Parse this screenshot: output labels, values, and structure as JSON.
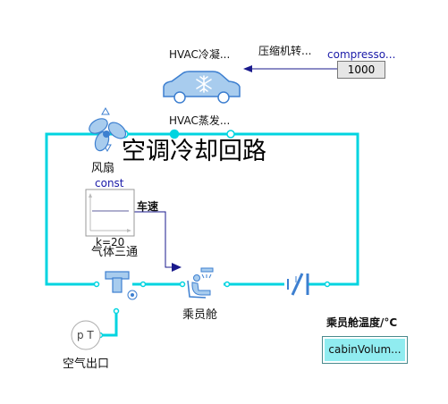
{
  "diagram": {
    "title": "空调冷却回路",
    "nodes": {
      "condenser_label": "HVAC冷凝...",
      "evaporator_label": "HVAC蒸发...",
      "compressor_speed_label": "压缩机转...",
      "compressor_param_name": "compresso...",
      "compressor_param_value": "1000",
      "fan_label": "风扇",
      "const_label": "const",
      "const_k_label": "k=20",
      "vehicle_speed_label": "车速",
      "tee_label": "气体三通",
      "cabin_label": "乘员舱",
      "cabin_temp_label": "乘员舱温度/°C",
      "cabin_volume_label": "cabinVolum...",
      "pt_label": "p T",
      "air_outlet_label": "空气出口"
    },
    "colors": {
      "pipe": "#00d4e0",
      "signal": "#1a1a8c",
      "icon": "#3d7fd0"
    }
  }
}
